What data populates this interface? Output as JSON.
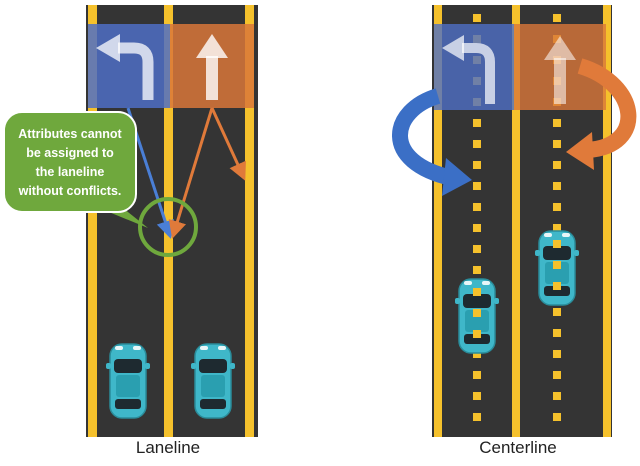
{
  "left_panel": {
    "caption": "Laneline",
    "callout": "Attributes cannot\nbe assigned to\nthe laneline\nwithout conflicts."
  },
  "right_panel": {
    "caption": "Centerline"
  },
  "icons": {
    "left_turn_sign": "turn-left-arrow-icon",
    "straight_sign": "straight-arrow-icon",
    "car": "car-icon"
  },
  "colors": {
    "road": "#333333",
    "lane_marking": "#f5c12c",
    "left_turn_color": "#4f79c9",
    "straight_color": "#e07a3a",
    "callout_green": "#6fa83d",
    "car_body": "#3fb7c9"
  }
}
